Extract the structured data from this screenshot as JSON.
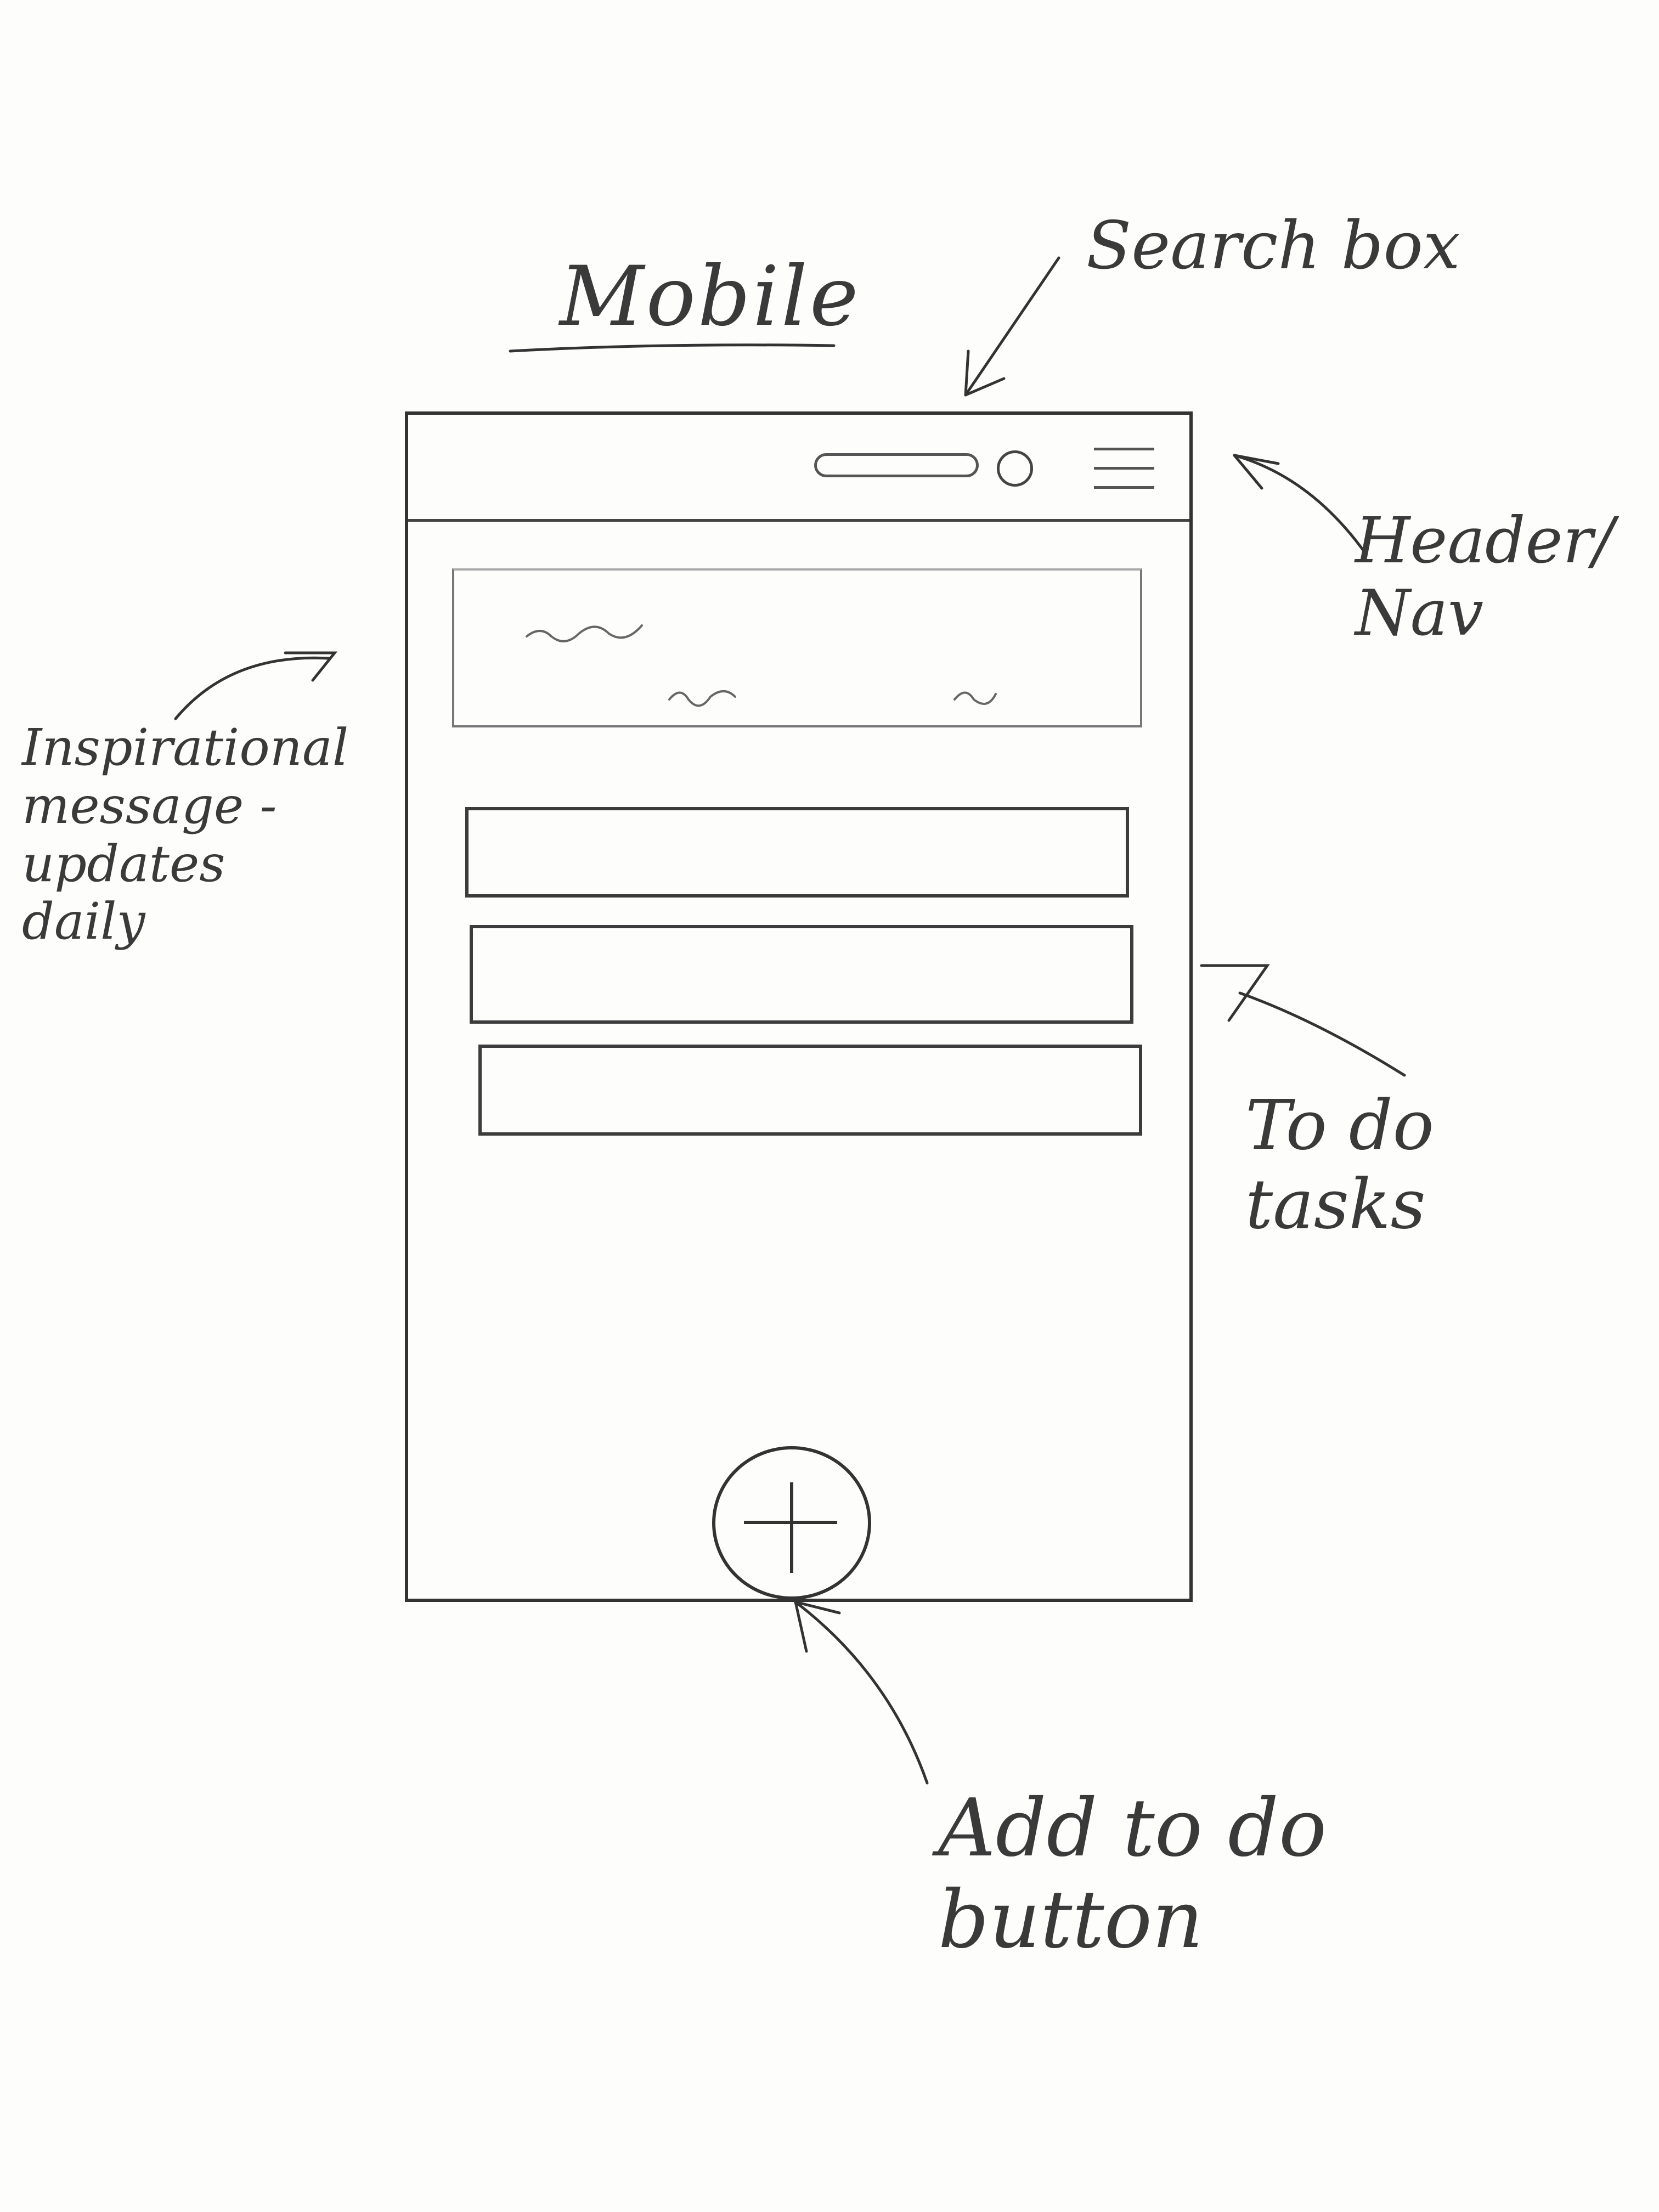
{
  "sketch": {
    "title": "Mobile",
    "annotations": {
      "search_box": "Search box",
      "header_nav": "Header/\nNav",
      "inspirational": "Inspirational\nmessage -\nupdates\ndaily",
      "todo_tasks": "To do\ntasks",
      "add_button": "Add to do\nbutton"
    }
  },
  "phone": {
    "header": {
      "search_icon": "search-icon",
      "menu_icon": "hamburger-icon"
    },
    "quote_card": {
      "text": ""
    },
    "tasks": [
      {
        "label": ""
      },
      {
        "label": ""
      },
      {
        "label": ""
      }
    ],
    "add_button": {
      "icon": "plus-icon"
    }
  }
}
